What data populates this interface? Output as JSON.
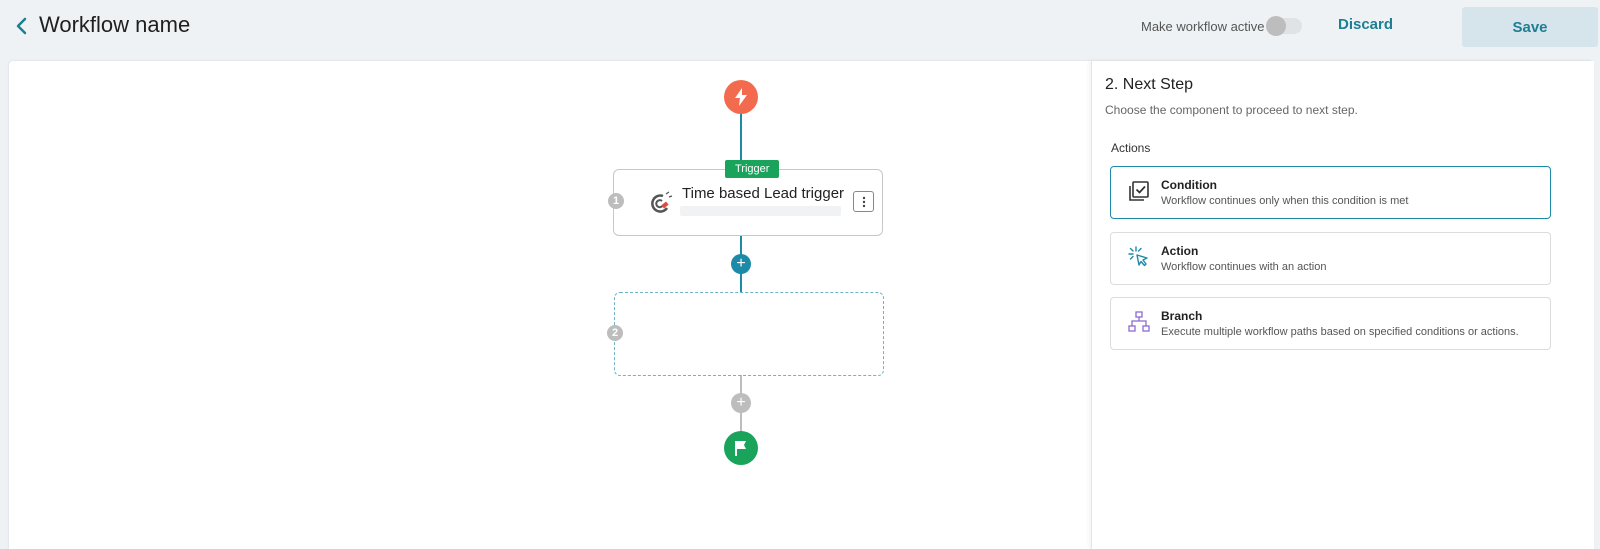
{
  "header": {
    "title": "Workflow name",
    "active_label": "Make workflow active",
    "active": false,
    "discard_label": "Discard",
    "save_label": "Save"
  },
  "workflow": {
    "trigger_badge": "Trigger",
    "trigger_title": "Time based Lead trigger",
    "step1_number": "1",
    "step2_number": "2",
    "plus_symbol": "+"
  },
  "panel": {
    "title": "2. Next Step",
    "subtitle": "Choose the component to proceed to next step.",
    "section_label": "Actions",
    "options": [
      {
        "title": "Condition",
        "description": "Workflow continues only when this condition is met",
        "icon": "condition-checklist-icon",
        "selected": true
      },
      {
        "title": "Action",
        "description": "Workflow continues with an action",
        "icon": "cursor-click-icon",
        "selected": false
      },
      {
        "title": "Branch",
        "description": "Execute multiple workflow paths based on specified conditions or actions.",
        "icon": "branch-hierarchy-icon",
        "selected": false
      }
    ]
  },
  "colors": {
    "accent": "#1d8aa7",
    "start_node": "#f26b4f",
    "end_node": "#1aa35b",
    "trigger_badge": "#1aa35b"
  }
}
